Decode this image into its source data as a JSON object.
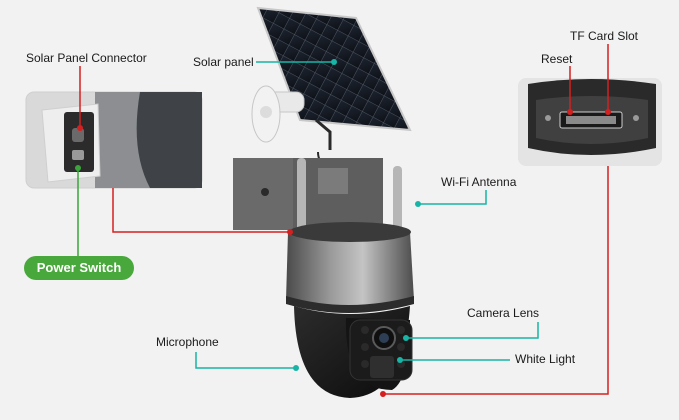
{
  "labels": {
    "solar_panel_connector": "Solar Panel Connector",
    "solar_panel": "Solar panel",
    "tf_card_slot": "TF Card Slot",
    "reset": "Reset",
    "wifi_antenna": "Wi-Fi Antenna",
    "power_switch": "Power Switch",
    "camera_lens": "Camera Lens",
    "microphone": "Microphone",
    "white_light": "White Light"
  },
  "colors": {
    "teal_line": "#18b5a6",
    "red_line": "#d42020",
    "green_line": "#3aa53a",
    "power_switch_pill": "#49a83c",
    "background": "#f2f2f2"
  }
}
